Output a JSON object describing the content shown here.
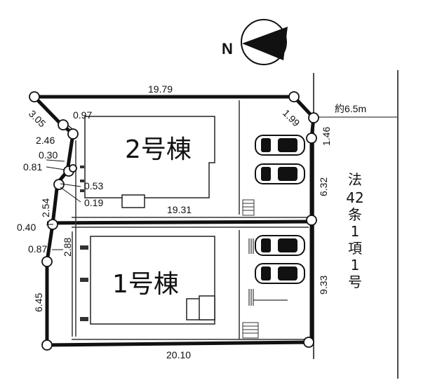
{
  "compass": {
    "label": "N"
  },
  "buildings": {
    "building_2": "2号棟",
    "building_1": "1号棟"
  },
  "dimensions": {
    "top": "19.79",
    "middle": "19.31",
    "bottom": "20.10",
    "corner_tl": "3.05",
    "corner_tr": "1.99",
    "right_small": "1.46",
    "right_upper": "6.32",
    "right_lower": "9.33",
    "road_width": "約6.5m",
    "d097": "0.97",
    "d246": "2.46",
    "d030": "0.30",
    "d081": "0.81",
    "d053": "0.53",
    "d019": "0.19",
    "d254": "2.54",
    "d040": "0.40",
    "d288": "2.88",
    "d087": "0.87",
    "d645": "6.45"
  },
  "road": {
    "chars": [
      "法",
      "42",
      "条",
      "1",
      "項",
      "1",
      "号"
    ]
  }
}
